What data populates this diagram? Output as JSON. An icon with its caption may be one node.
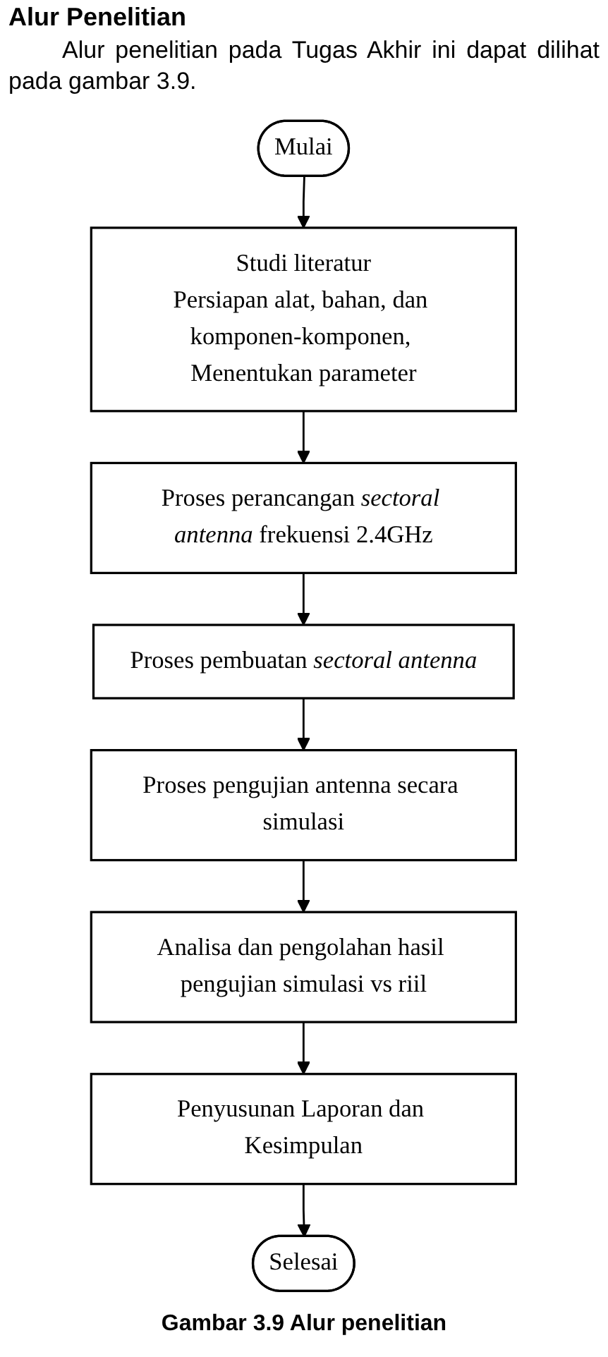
{
  "diagram": {
    "title": "Alur Penelitian",
    "caption": "Gambar 3.9 Alur penelitian",
    "nodes": [
      {
        "text": [
          "Mulai"
        ]
      },
      {
        "text": [
          "Studi literatur",
          "Persiapan alat, bahan, dan komponen-komponen, Menentukan parameter"
        ]
      },
      {
        "text": [
          "Proses perancangan *sectoral antenna* frekuensi 2.4GHz"
        ]
      },
      {
        "text": [
          "Proses pembuatan *sectoral antenna*"
        ]
      },
      {
        "text": [
          "Proses pengujian antenna secara simulasi"
        ]
      },
      {
        "text": [
          "Analisa dan pengolahan hasil pengujian simulasi vs riil"
        ]
      },
      {
        "text": [
          "Penyusunan Laporan dan Kesimpulan"
        ]
      },
      {
        "text": [
          "Selesai"
        ]
      }
    ],
    "edges": [
      {
        "from": 0,
        "to": 1,
        "arrow": "to"
      },
      {
        "from": 1,
        "to": 2,
        "arrow": "to"
      },
      {
        "from": 2,
        "to": 3,
        "arrow": "to"
      },
      {
        "from": 3,
        "to": 4,
        "arrow": "to"
      },
      {
        "from": 4,
        "to": 5,
        "arrow": "to"
      },
      {
        "from": 5,
        "to": 6,
        "arrow": "to"
      },
      {
        "from": 6,
        "to": 7,
        "arrow": "to"
      }
    ],
    "labels": [
      "Alur penelitian pada Tugas Akhir ini dapat dilihat pada gambar 3.9."
    ]
  }
}
